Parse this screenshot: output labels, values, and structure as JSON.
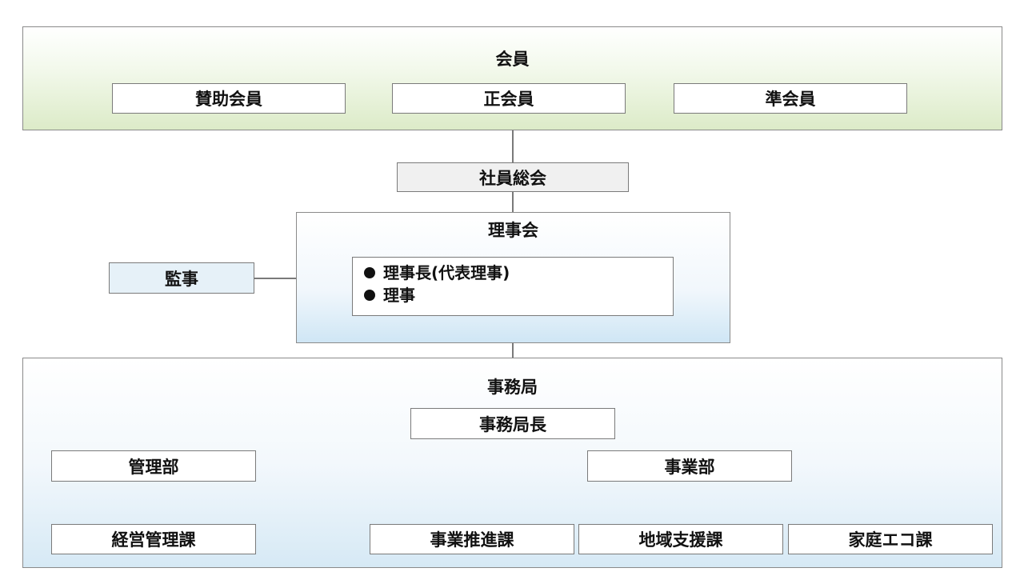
{
  "members": {
    "title": "会員",
    "supporting": "賛助会員",
    "regular": "正会員",
    "associate": "準会員"
  },
  "general_meeting": "社員総会",
  "board": {
    "title": "理事会",
    "chair": "理事長(代表理事)",
    "director": "理事"
  },
  "auditor": "監事",
  "office": {
    "title": "事務局",
    "head": "事務局長",
    "admin_dept": "管理部",
    "business_dept": "事業部",
    "management_section": "経営管理課",
    "promotion_section": "事業推進課",
    "regional_support_section": "地域支援課",
    "home_eco_section": "家庭エコ課"
  }
}
